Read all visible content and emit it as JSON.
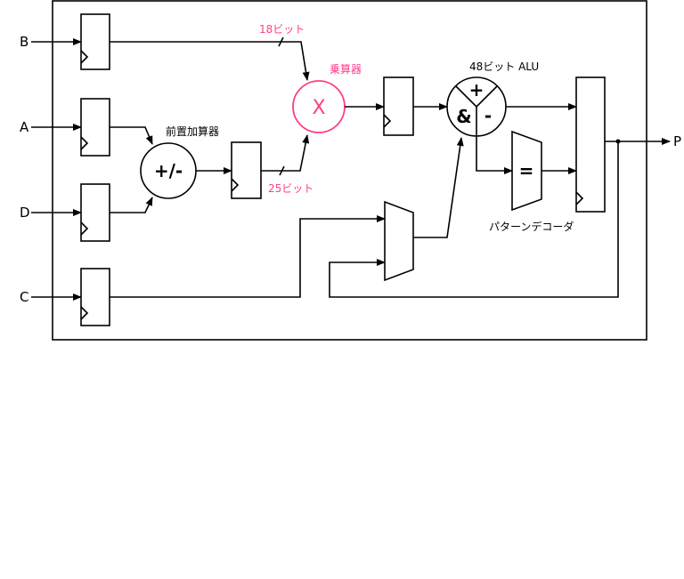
{
  "title": "DSP slice block diagram",
  "inputs": {
    "b": "B",
    "a": "A",
    "d": "D",
    "c": "C"
  },
  "output": "P",
  "labels": {
    "width_18": "18ビット",
    "width_25": "25ビット",
    "multiplier": "乗算器",
    "pre_adder": "前置加算器",
    "alu": "48ビット ALU",
    "pattern_detector": "パターンデコーダ"
  },
  "symbols": {
    "pre_adder_op": "+/-",
    "multiply_op": "X",
    "alu_plus": "+",
    "alu_and": "&",
    "alu_minus": "-",
    "pattern_eq": "="
  },
  "colors": {
    "accent": "#ff3d8b",
    "line": "#000000"
  }
}
